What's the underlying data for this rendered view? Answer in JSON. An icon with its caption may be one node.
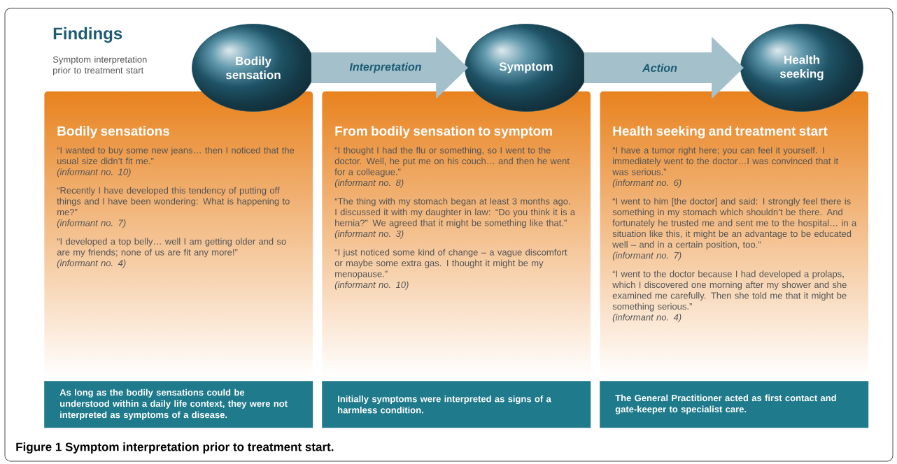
{
  "diagram": {
    "title": "Findings",
    "caption": "Figure 1 Symptom interpretation prior to treatment start.",
    "nodes": [
      {
        "text": [
          "Bodily sensation"
        ]
      },
      {
        "text": [
          "Symptom"
        ]
      },
      {
        "text": [
          "Health seeking"
        ]
      },
      {
        "text": [
          "Bodily sensations",
          "“I wanted to buy some new jeans… then I noticed that the usual size didn’t fit me.”",
          "(informant no. 10)",
          "“Recently I have developed this tendency of putting off things and I have been wondering: What is happening to me?”",
          "(informant no. 7)",
          "“I developed a top belly… well I am getting older and so are my friends; none of us are fit any more!”",
          "(informant no. 4)"
        ]
      },
      {
        "text": [
          "As long as the bodily sensations could be understood within a daily life context, they were not interpreted as symptoms of a disease."
        ]
      },
      {
        "text": [
          "From bodily sensation to symptom",
          "“I thought I had the flu or something, so I went to the doctor.  Well, he put me on his couch… and then he went for a colleague.”",
          "(informant no. 8)",
          "“The thing with my stomach began at least 3 months ago. I discussed it with my daughter in law: “Do you think it is a hernia?” We agreed that it might be something like that.”",
          "(informant no. 3)",
          "“I just noticed some kind of change – a vague discomfort or maybe some extra gas. I thought it might be my menopause.”",
          "(informant no. 10)"
        ]
      },
      {
        "text": [
          "Initially symptoms were interpreted as signs of a harmless condition."
        ]
      },
      {
        "text": [
          "Health seeking and treatment start",
          "“I have a tumor right here; you can feel it yourself. I immediately went to the doctor…I was convinced that it was serious.”",
          "(informant no. 6)",
          "“I  went to him [the doctor] and said: I strongly feel there is something in my stomach which shouldn’t be there. And fortunately he trusted me and sent me to the hospital… in a situation like this, it might be an advantage to be educated well – and in a certain position, too.”",
          "(informant no. 7)",
          "“I went to the doctor because I had developed a prolaps, which I discovered one morning after my shower and she examined me carefully. Then she told me that it might be something serious.”",
          "(informant no. 4)"
        ]
      },
      {
        "text": [
          "The General Practitioner acted as first contact and gate-keeper to specialist care."
        ]
      }
    ],
    "edges": [
      {
        "from": 0,
        "to": 1,
        "arrow": "to",
        "label": "Interpretation"
      },
      {
        "from": 1,
        "to": 2,
        "arrow": "to",
        "label": "Action"
      }
    ],
    "labels": [
      "Symptom interpretation prior to treatment start"
    ]
  }
}
